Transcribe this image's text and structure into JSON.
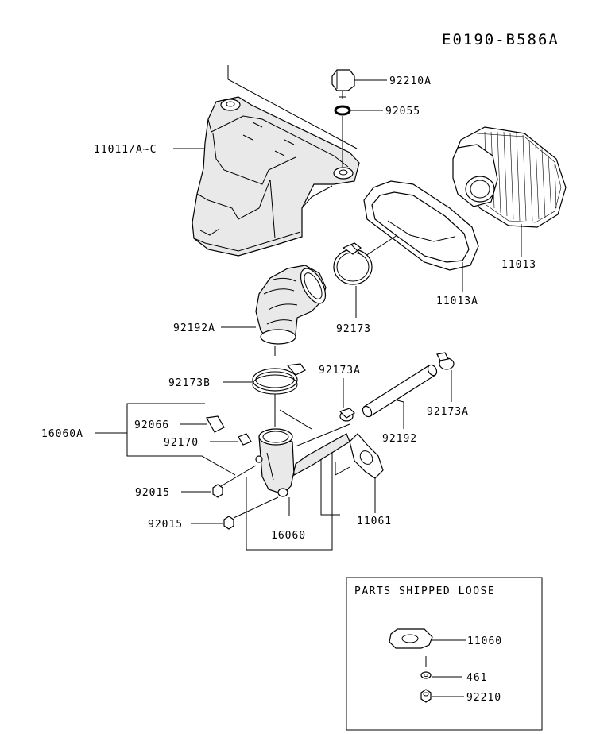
{
  "diagram_code": "E0190-B586A",
  "labels": {
    "p92210A": "92210A",
    "p92055": "92055",
    "p11011": "11011/A~C",
    "p11013": "11013",
    "p11013A": "11013A",
    "p92192A": "92192A",
    "p92173": "92173",
    "p92173B": "92173B",
    "p92173A_1": "92173A",
    "p92173A_2": "92173A",
    "p92192": "92192",
    "p16060A": "16060A",
    "p92066": "92066",
    "p92170": "92170",
    "p92015_1": "92015",
    "p92015_2": "92015",
    "p16060": "16060",
    "p11061": "11061"
  },
  "loose_box": {
    "title": "PARTS SHIPPED LOOSE",
    "p11060": "11060",
    "p461": "461",
    "p92210": "92210"
  }
}
